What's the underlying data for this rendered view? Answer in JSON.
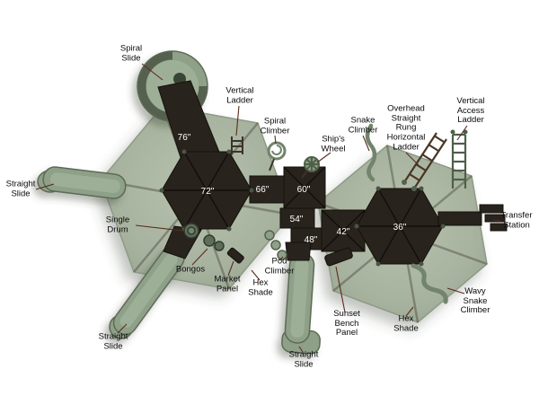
{
  "diagram": {
    "type": "playground-structure-top-view-plan",
    "labels": {
      "spiral_slide": "Spiral\nSlide",
      "vertical_ladder": "Vertical\nLadder",
      "spiral_climber": "Spiral\nClimber",
      "ships_wheel": "Ship's\nWheel",
      "snake_climber": "Snake\nClimber",
      "overhead_ladder": "Overhead\nStraight\nRung\nHorizontal\nLadder",
      "vertical_access_ladder": "Vertical\nAccess\nLadder",
      "straight_slide_left": "Straight\nSlide",
      "single_drum": "Single\nDrum",
      "bongos": "Bongos",
      "market_panel": "Market\nPanel",
      "hex_shade_left": "Hex\nShade",
      "pod_climber": "Pod\nClimber",
      "transfer_station": "Transfer\nStation",
      "wavy_snake_climber": "Wavy\nSnake\nClimber",
      "hex_shade_right": "Hex\nShade",
      "sunset_bench_panel": "Sunset\nBench\nPanel",
      "straight_slide_bottom_left": "Straight\nSlide",
      "straight_slide_bottom_center": "Straight\nSlide"
    },
    "deck_sizes": {
      "ramp_76": "76\"",
      "hex_72": "72\"",
      "bridge_66": "66\"",
      "square_60": "60\"",
      "step_54": "54\"",
      "step_48": "48\"",
      "square_42": "42\"",
      "hex_36": "36\""
    },
    "colors": {
      "background": "#ffffff",
      "canopy": "#a6b29e",
      "slide": "#8ea188",
      "deck": "#29231d",
      "leader_line": "#5a2a1c",
      "measurement_text": "#ffffff",
      "label_text": "#0a0a0a"
    }
  }
}
